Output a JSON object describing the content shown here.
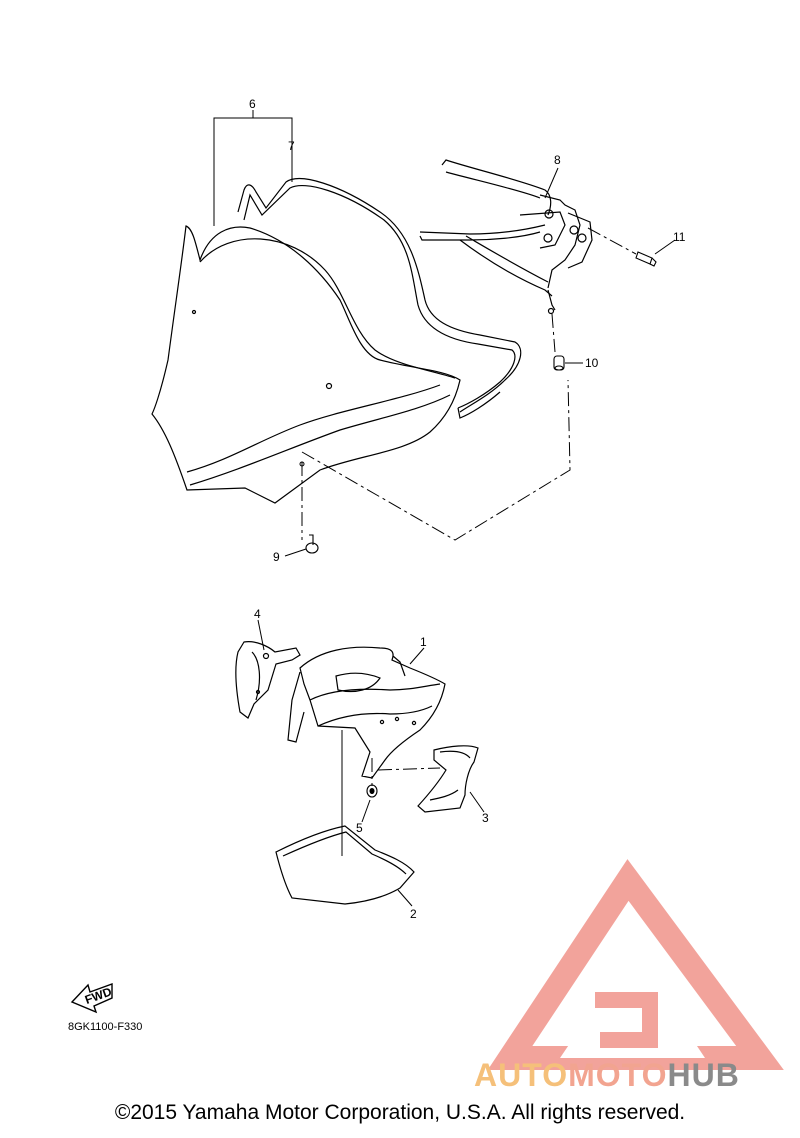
{
  "callouts": {
    "c1": "1",
    "c2": "2",
    "c3": "3",
    "c4": "4",
    "c5": "5",
    "c6": "6",
    "c7": "7",
    "c8": "8",
    "c9": "9",
    "c10": "10",
    "c11": "11"
  },
  "fwd_label": "FWD",
  "figure_code": "8GK1100-F330",
  "copyright": "©2015 Yamaha Motor Corporation, U.S.A. All rights reserved.",
  "watermark": {
    "part_a": "AUTO",
    "part_b": "MOTO",
    "part_c": "HUB",
    "color_a": "#f5c07a",
    "color_b": "#f2a490",
    "color_c": "#8a8a8a",
    "logo_color": "#f0938a"
  }
}
